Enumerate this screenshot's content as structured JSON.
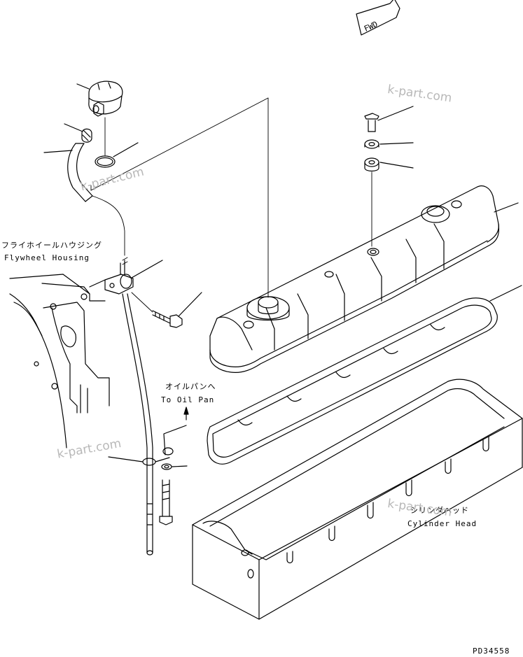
{
  "labels": {
    "flywheel_jp": "フライホイールハウジング",
    "flywheel_en": "Flywheel Housing",
    "oilpan_jp": "オイルパンへ",
    "oilpan_en": "To Oil Pan",
    "cylhead_jp": "シリンダヘッド",
    "cylhead_en": "Cylinder Head",
    "drawing_no": "PD34558"
  },
  "fwd_tag": "FWD",
  "watermark": "k-part.com",
  "colors": {
    "ink": "#000000",
    "watermark": "#b8b8b8",
    "background": "#ffffff"
  }
}
